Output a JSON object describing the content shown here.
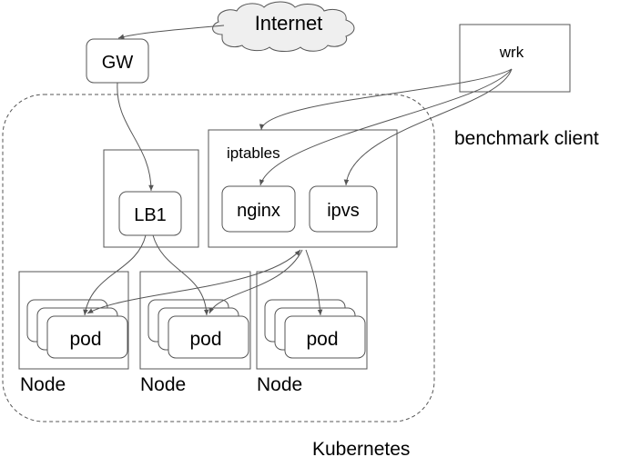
{
  "colors": {
    "stroke": "#555555",
    "fill": "#ffffff",
    "cloud_fill": "#efefef",
    "text": "#000000"
  },
  "labels": {
    "internet": "Internet",
    "gw": "GW",
    "wrk": "wrk",
    "benchmark_client": "benchmark client",
    "iptables": "iptables",
    "lb1": "LB1",
    "nginx": "nginx",
    "ipvs": "ipvs",
    "pod_1": "pod",
    "pod_2": "pod",
    "pod_3": "pod",
    "node_1": "Node",
    "node_2": "Node",
    "node_3": "Node",
    "kubernetes": "Kubernetes"
  }
}
